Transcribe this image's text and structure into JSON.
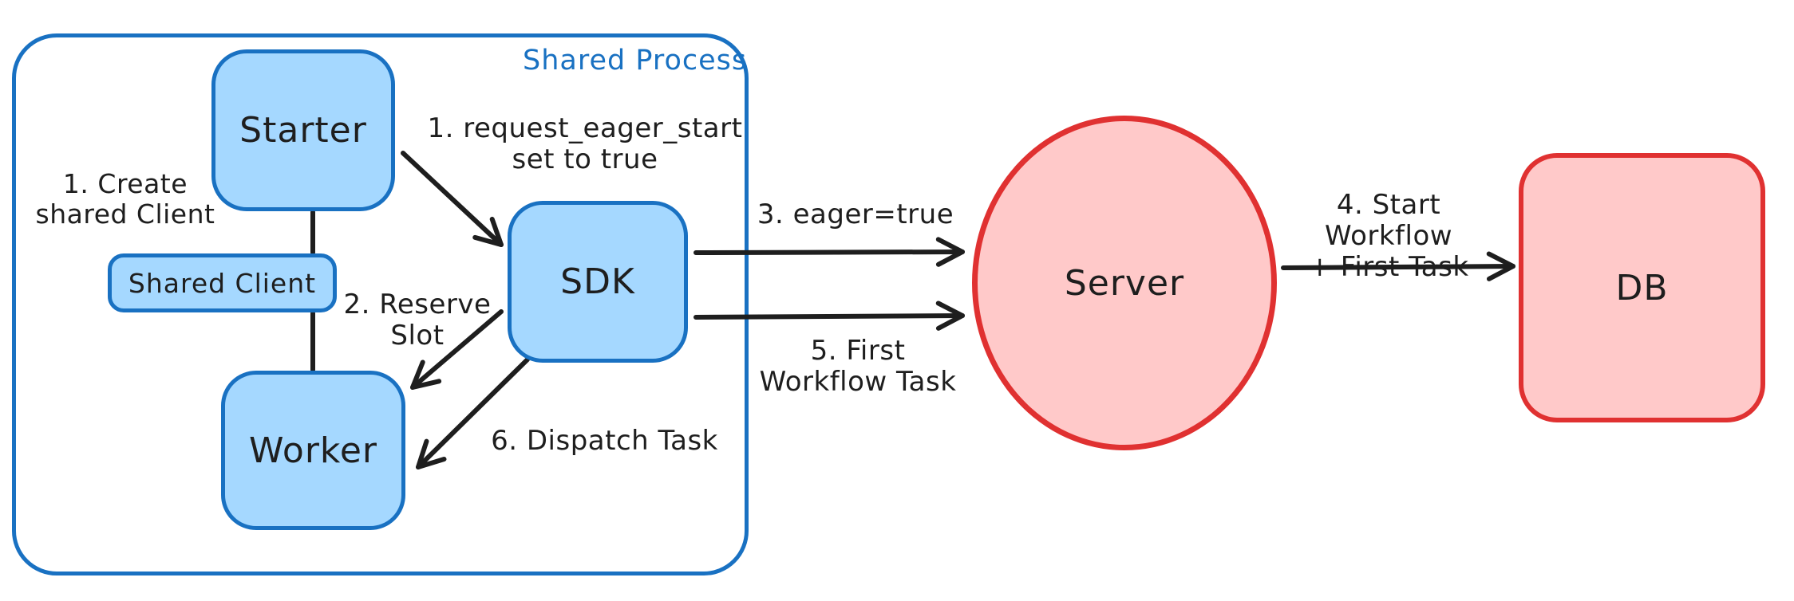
{
  "colors": {
    "blue_stroke": "#1971c2",
    "blue_fill": "#a5d8ff",
    "red_stroke": "#e03131",
    "red_fill": "#ffc9c9",
    "ink": "#1e1e1e",
    "canvas_bg": "#ffffff"
  },
  "diagram": {
    "shared_process": {
      "label": "Shared Process",
      "nodes": {
        "starter": "Starter",
        "shared_client": "Shared Client",
        "worker": "Worker",
        "sdk": "SDK"
      }
    },
    "external_nodes": {
      "server": "Server",
      "db": "DB"
    },
    "annotations": {
      "step1_create": "1. Create\nshared Client",
      "step1_request": "1. request_eager_start\nset to true",
      "step2_reserve": "2. Reserve\nSlot",
      "step3_eager": "3. eager=true",
      "step4_start": "4. Start Workflow\n+ First Task",
      "step5_first": "5. First\nWorkflow Task",
      "step6_dispatch": "6. Dispatch Task"
    }
  }
}
